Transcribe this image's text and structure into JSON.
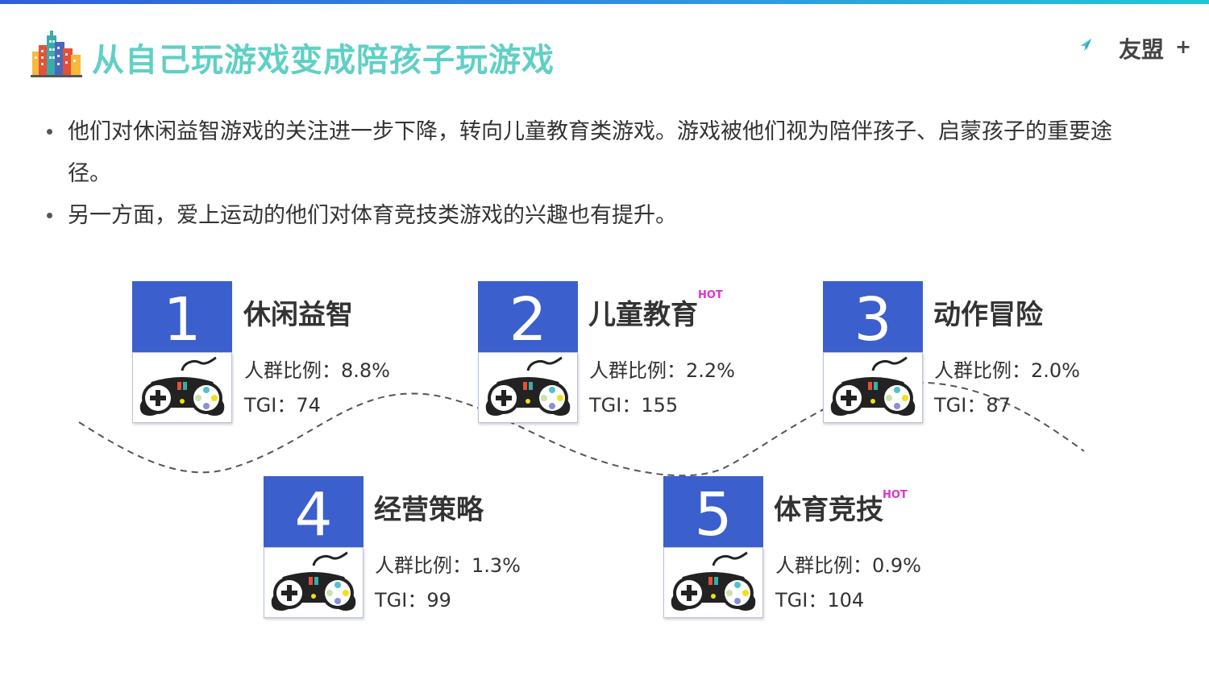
{
  "header": {
    "title": "从自己玩游戏变成陪孩子玩游戏",
    "logo_text": "友盟",
    "logo_plus": "+"
  },
  "bullets": [
    "他们对休闲益智游戏的关注进一步下降，转向儿童教育类游戏。游戏被他们视为陪伴孩子、启蒙孩子的重要途径。",
    "另一方面，爱上运动的他们对体育竞技类游戏的兴趣也有提升。"
  ],
  "categories": [
    {
      "rank": "1",
      "name": "休闲益智",
      "hot": "",
      "ratio": "人群比例：8.8%",
      "tgi": "TGI：74"
    },
    {
      "rank": "2",
      "name": "儿童教育",
      "hot": "HOT",
      "ratio": "人群比例：2.2%",
      "tgi": "TGI：155"
    },
    {
      "rank": "3",
      "name": "动作冒险",
      "hot": "",
      "ratio": "人群比例：2.0%",
      "tgi": "TGI：87"
    },
    {
      "rank": "4",
      "name": "经营策略",
      "hot": "",
      "ratio": "人群比例：1.3%",
      "tgi": "TGI：99"
    },
    {
      "rank": "5",
      "name": "体育竞技",
      "hot": "HOT",
      "ratio": "人群比例：0.9%",
      "tgi": "TGI：104"
    }
  ],
  "colors": {
    "accent_blue": "#3b5fcc",
    "title_teal": "#5fd0c6",
    "hot_pink": "#e033c8"
  },
  "icons": {
    "header": "city-buildings-icon",
    "card": "gamepad-icon",
    "logo": "paper-plane-icon"
  }
}
